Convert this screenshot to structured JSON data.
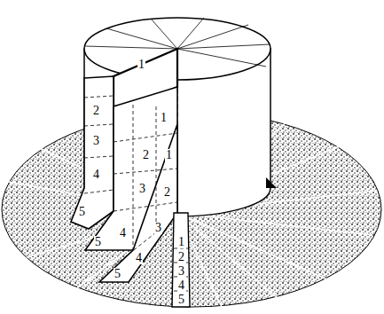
{
  "diagram": {
    "labels": [
      "1",
      "2",
      "3",
      "4",
      "5",
      "1",
      "2",
      "3",
      "4",
      "5",
      "1",
      "2",
      "3",
      "4",
      "5",
      "1",
      "2",
      "3",
      "4",
      "5"
    ]
  }
}
